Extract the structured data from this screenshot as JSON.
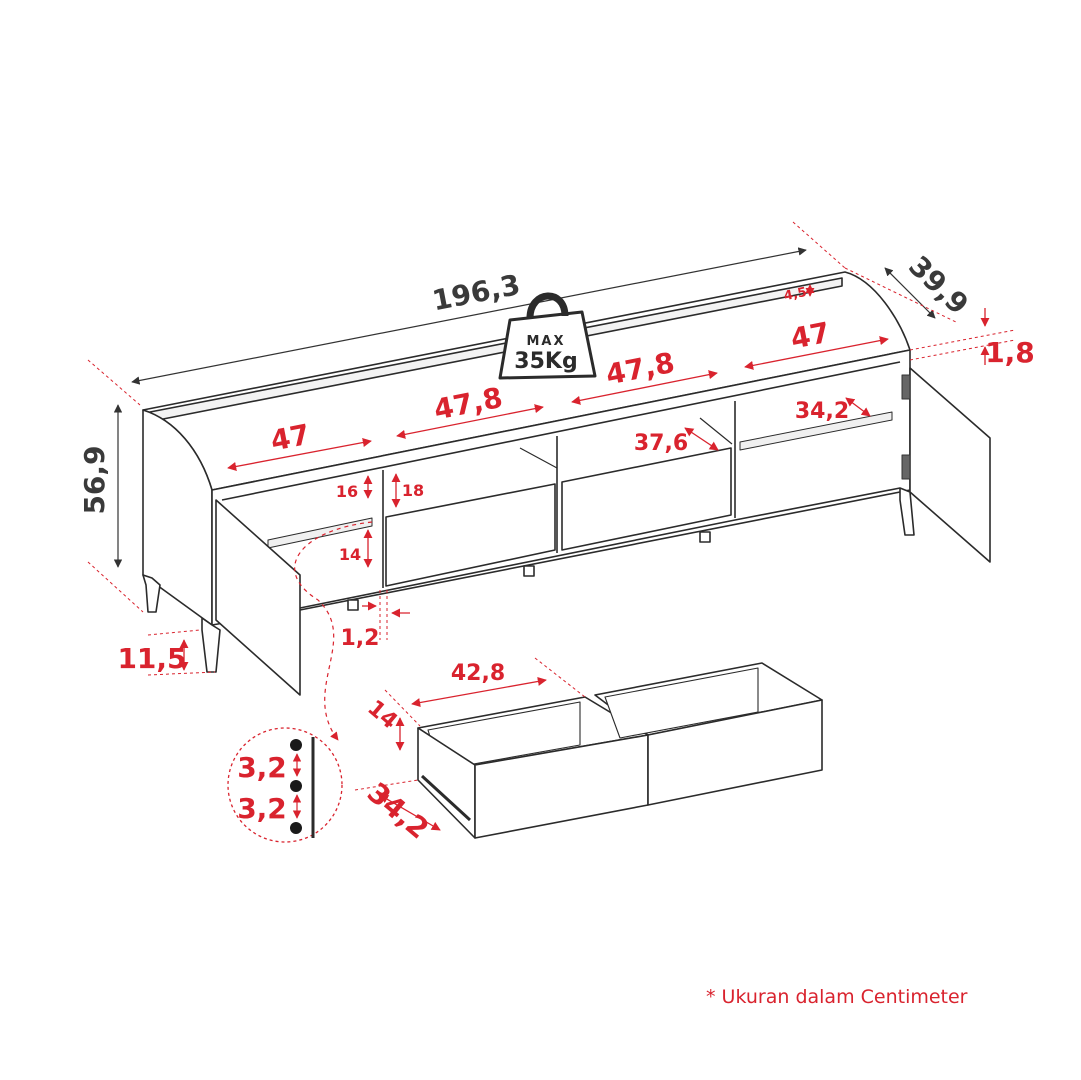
{
  "dimensions": {
    "total_width": "196,3",
    "depth": "39,9",
    "height": "56,9",
    "leg_height": "11,5",
    "top_lip": "4,5",
    "top_thickness": "1,8",
    "left_compartment_width": "47",
    "middle_left_width": "47,8",
    "middle_right_width": "47,8",
    "right_compartment_width": "47",
    "right_inner_depth": "34,2",
    "middle_inner_depth": "37,6",
    "shelf_gap_top": "16",
    "shelf_gap_bottom": "14",
    "drawer_opening": "18",
    "panel_gap": "1,2",
    "drawer_width": "42,8",
    "drawer_height": "14",
    "drawer_depth": "34,2",
    "shelf_hole_spacing_1": "3,2",
    "shelf_hole_spacing_2": "3,2"
  },
  "badge": {
    "line1": "MAX",
    "line2": "35Kg"
  },
  "note": "* Ukuran dalam Centimeter",
  "colors": {
    "dimension": "#d9232e",
    "line": "#2b2b2b",
    "main_label": "#3a3a3a"
  }
}
